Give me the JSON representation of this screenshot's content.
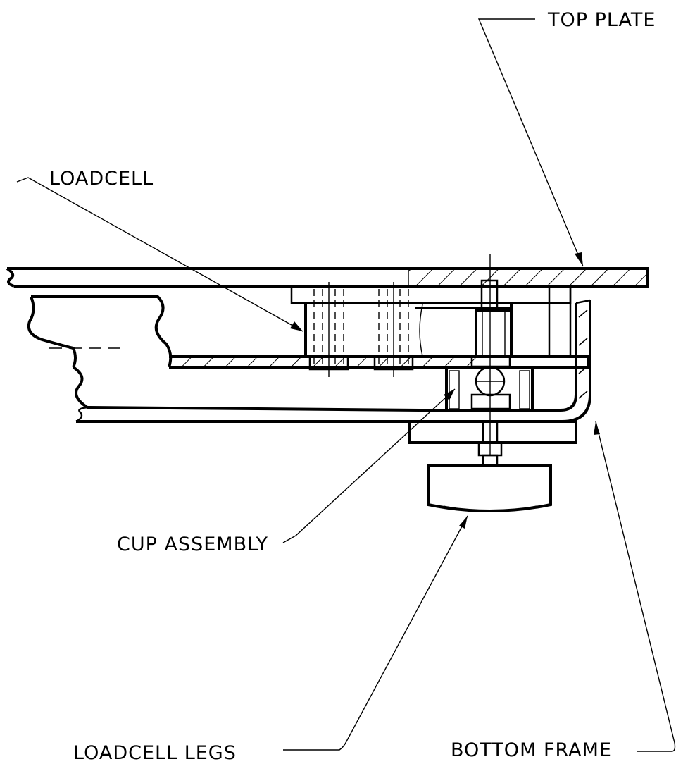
{
  "labels": {
    "top_plate": "TOP PLATE",
    "loadcell": "LOADCELL",
    "cup_assembly": "CUP ASSEMBLY",
    "loadcell_legs": "LOADCELL LEGS",
    "bottom_frame": "BOTTOM FRAME"
  },
  "colors": {
    "ink": "#000000",
    "paper": "#ffffff"
  }
}
